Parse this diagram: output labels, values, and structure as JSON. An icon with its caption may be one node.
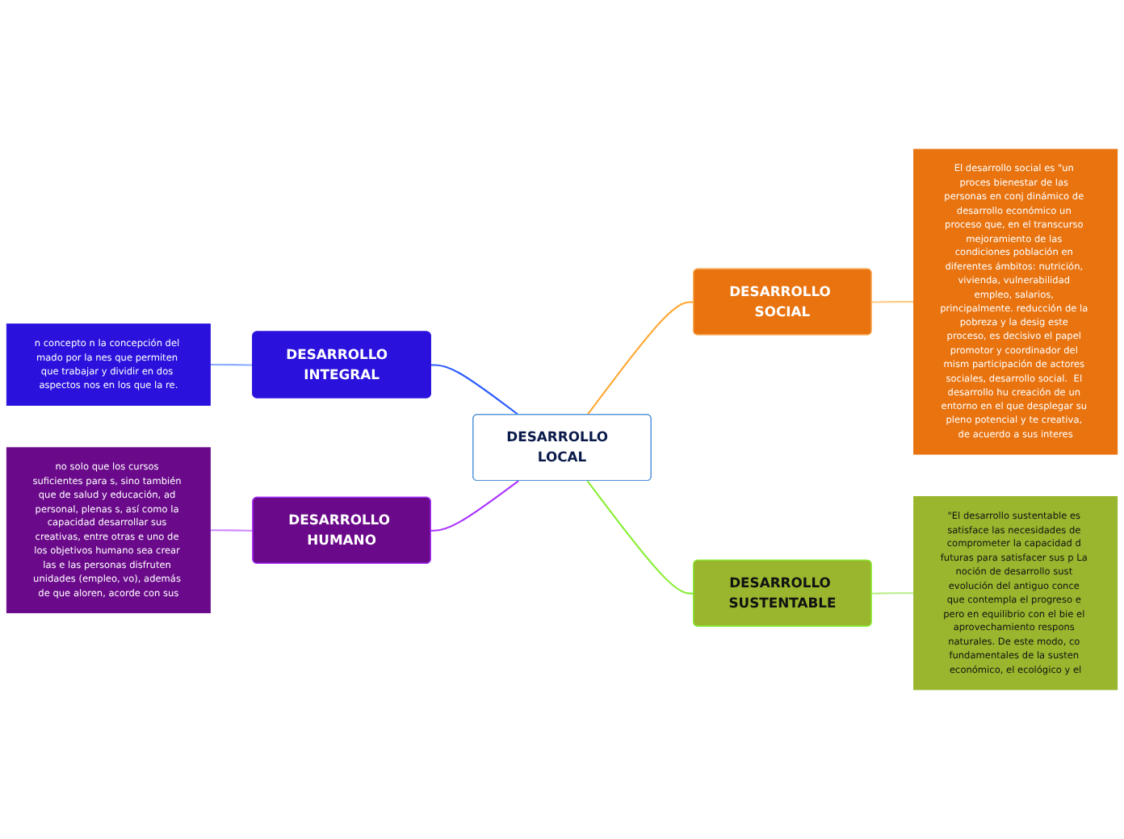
{
  "diagram": {
    "nodes": [
      {
        "text": [
          "DESARROLLO  LOCAL"
        ]
      },
      {
        "text": [
          "DESARROLLO  INTEGRAL"
        ]
      },
      {
        "text": [
          "n concepto n la concepción del mado por la nes que permiten que trabajar y dividir en dos aspectos nos en los que la re."
        ]
      },
      {
        "text": [
          "DESARROLLO SOCIAL"
        ]
      },
      {
        "text": [
          "El desarrollo social es \"un proces bienestar de las personas en conj dinámico de desarrollo económico un proceso que, en el transcurso mejoramiento de las condiciones población en diferentes ámbitos: nutrición, vivienda, vulnerabilidad empleo, salarios, principalmente. reducción de la pobreza y la desig este proceso, es decisivo el papel promotor y coordinador del mism participación de actores sociales, desarrollo social.  El desarrollo hu creación de un entorno en el que desplegar su pleno potencial y te creativa, de acuerdo a sus interes"
        ]
      },
      {
        "text": [
          "DESARROLLO HUMANO"
        ]
      },
      {
        "text": [
          "no solo que los cursos suficientes para s, sino también que de salud y educación, ad personal, plenas s, así como la capacidad desarrollar sus creativas, entre otras e uno de los objetivos humano sea crear las e las personas disfruten unidades (empleo, vo), además de que aloren, acorde con sus"
        ]
      },
      {
        "text": [
          "DESARROLLO SUSTENTABLE"
        ]
      },
      {
        "text": [
          "\"El desarrollo sustentable es satisface las necesidades de comprometer la capacidad d futuras para satisfacer sus p La noción de desarrollo sust evolución del antiguo conce que contempla el progreso e pero en equilibrio con el bie el aprovechamiento respons naturales. De este modo, co fundamentales de la susten económico, el ecológico y el"
        ]
      }
    ],
    "edges": [
      {
        "from": 2,
        "to": 1,
        "arrow": "none",
        "color": "#88aaff"
      },
      {
        "from": 1,
        "to": 0,
        "arrow": "none",
        "color": "#2a5cff"
      },
      {
        "from": 0,
        "to": 3,
        "arrow": "none",
        "color": "#ffa833"
      },
      {
        "from": 3,
        "to": 4,
        "arrow": "none",
        "color": "#ffcc88"
      },
      {
        "from": 6,
        "to": 5,
        "arrow": "none",
        "color": "#cc88ff"
      },
      {
        "from": 5,
        "to": 0,
        "arrow": "none",
        "color": "#aa33ff"
      },
      {
        "from": 0,
        "to": 7,
        "arrow": "none",
        "color": "#88ee33"
      },
      {
        "from": 7,
        "to": 8,
        "arrow": "none",
        "color": "#bbee88"
      }
    ]
  }
}
